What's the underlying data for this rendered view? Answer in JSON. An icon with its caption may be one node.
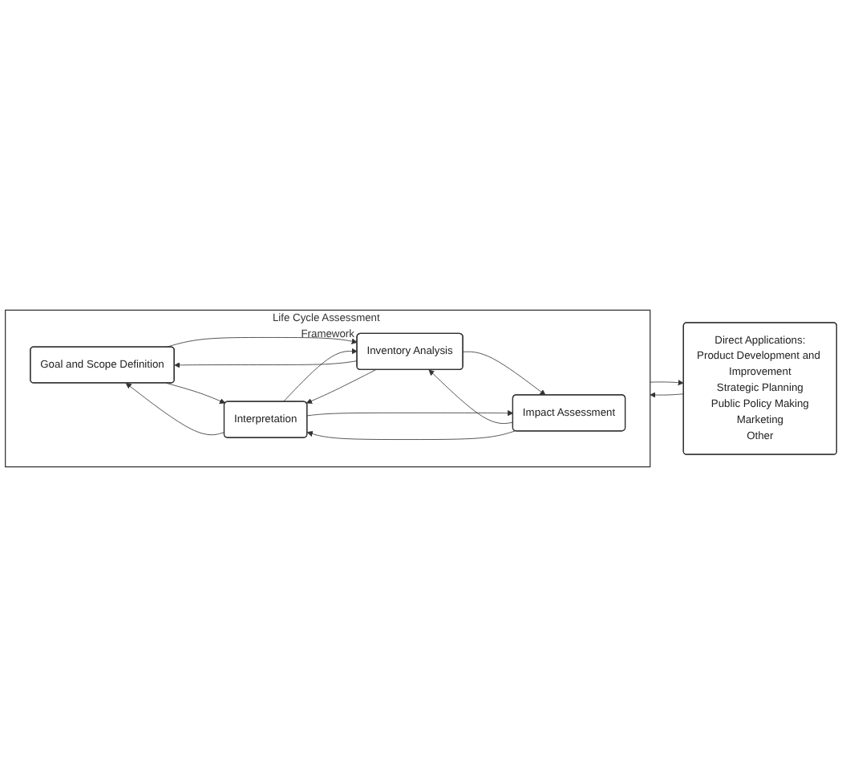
{
  "diagram": {
    "nodes": [
      {
        "text": [
          "Life Cycle Assessment Framework"
        ]
      },
      {
        "text": [
          "Goal and Scope Definition"
        ],
        "in": 0
      },
      {
        "text": [
          "Inventory Analysis"
        ],
        "in": 0
      },
      {
        "text": [
          "Impact Assessment"
        ],
        "in": 0
      },
      {
        "text": [
          "Interpretation"
        ],
        "in": 0
      },
      {
        "text": [
          "Direct Applications:",
          "Product Development and Improvement",
          "Strategic Planning",
          "Public Policy Making",
          "Marketing",
          "Other"
        ]
      }
    ],
    "edges": [
      {
        "from": 1,
        "to": 4,
        "arrow": "to"
      },
      {
        "from": 4,
        "to": 1,
        "arrow": "to"
      },
      {
        "from": 1,
        "to": 2,
        "arrow": "to"
      },
      {
        "from": 2,
        "to": 1,
        "arrow": "to"
      },
      {
        "from": 2,
        "to": 4,
        "arrow": "to"
      },
      {
        "from": 4,
        "to": 2,
        "arrow": "to"
      },
      {
        "from": 2,
        "to": 3,
        "arrow": "to"
      },
      {
        "from": 3,
        "to": 2,
        "arrow": "to"
      },
      {
        "from": 3,
        "to": 4,
        "arrow": "to"
      },
      {
        "from": 4,
        "to": 3,
        "arrow": "to"
      },
      {
        "from": 0,
        "to": 5,
        "arrow": "to"
      },
      {
        "from": 5,
        "to": 0,
        "arrow": "to"
      }
    ]
  }
}
